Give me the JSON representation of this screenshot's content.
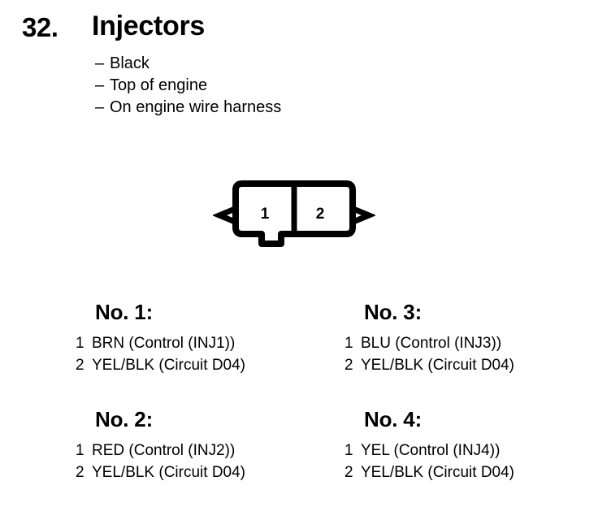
{
  "page": {
    "background_color": "#ffffff",
    "ink_color": "#000000"
  },
  "header": {
    "number": "32.",
    "title": "Injectors",
    "bullet_dash": "–",
    "bullets": [
      "Black",
      "Top of engine",
      "On engine wire harness"
    ]
  },
  "connector": {
    "name": "two-pin-connector-diagram",
    "cavities": [
      {
        "label": "1"
      },
      {
        "label": "2"
      }
    ]
  },
  "pinout_blocks": [
    {
      "title": "No. 1:",
      "pins": [
        {
          "index": "1",
          "description": "BRN (Control (INJ1))"
        },
        {
          "index": "2",
          "description": "YEL/BLK (Circuit D04)"
        }
      ]
    },
    {
      "title": "No. 3:",
      "pins": [
        {
          "index": "1",
          "description": "BLU (Control (INJ3))"
        },
        {
          "index": "2",
          "description": "YEL/BLK (Circuit D04)"
        }
      ]
    },
    {
      "title": "No. 2:",
      "pins": [
        {
          "index": "1",
          "description": "RED (Control (INJ2))"
        },
        {
          "index": "2",
          "description": "YEL/BLK (Circuit D04)"
        }
      ]
    },
    {
      "title": "No. 4:",
      "pins": [
        {
          "index": "1",
          "description": "YEL (Control (INJ4))"
        },
        {
          "index": "2",
          "description": "YEL/BLK (Circuit D04)"
        }
      ]
    }
  ]
}
